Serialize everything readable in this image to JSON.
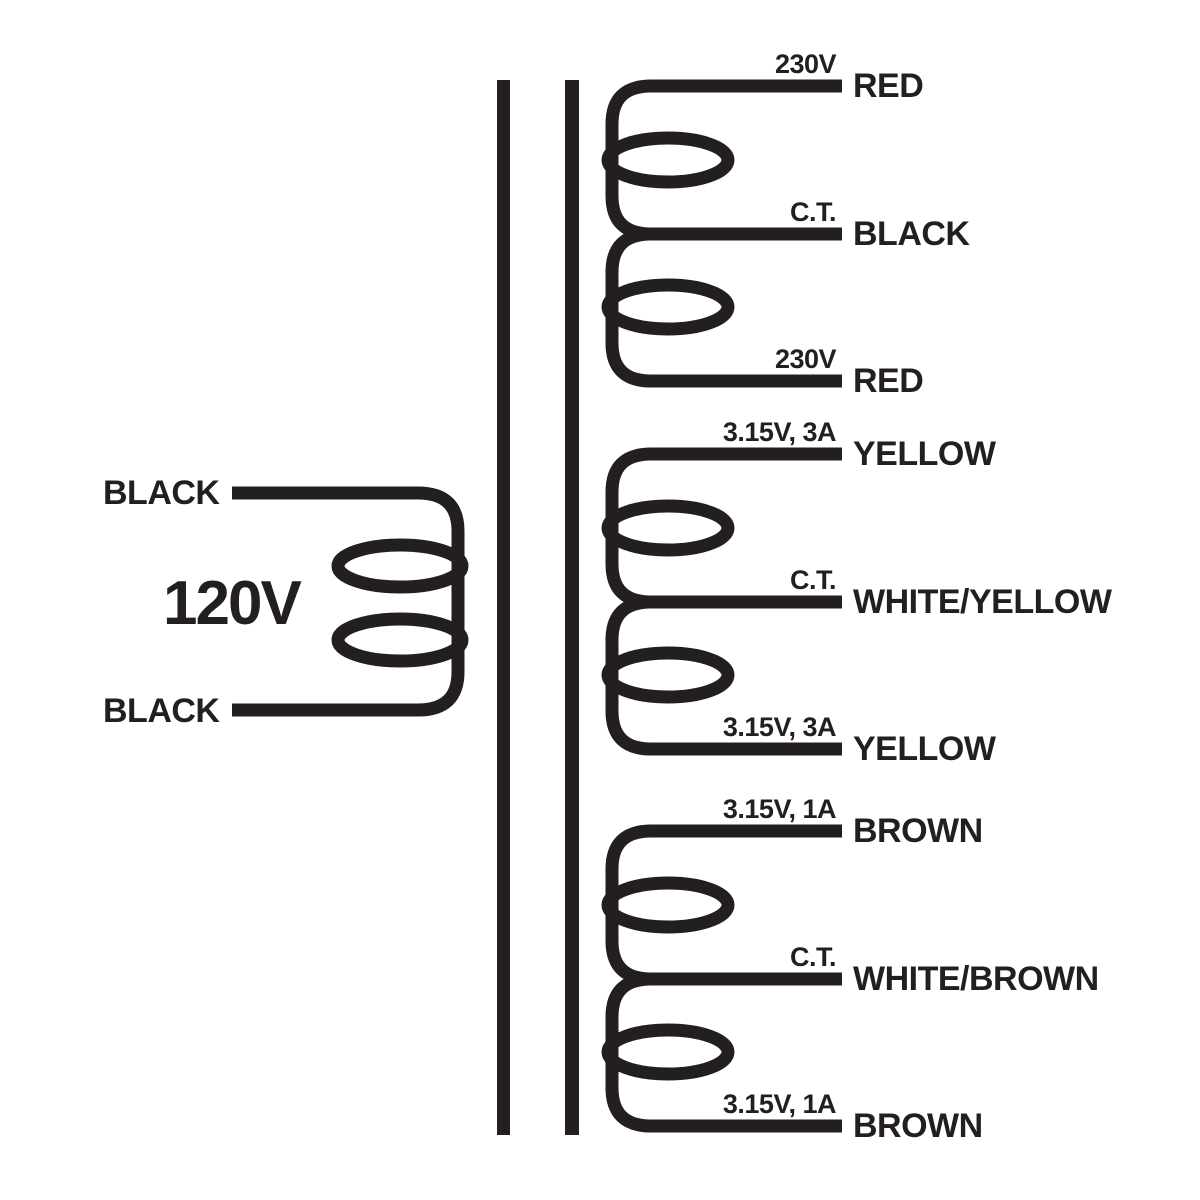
{
  "colors": {
    "ink": "#231F20",
    "background": "#FFFFFF"
  },
  "primary": {
    "voltage_label": "120V",
    "top_lead_label": "BLACK",
    "bottom_lead_label": "BLACK"
  },
  "secondaries": [
    {
      "top_rating": "230V",
      "top_wire": "RED",
      "center_tap": "C.T.",
      "center_wire": "BLACK",
      "bottom_rating": "230V",
      "bottom_wire": "RED"
    },
    {
      "top_rating": "3.15V, 3A",
      "top_wire": "YELLOW",
      "center_tap": "C.T.",
      "center_wire": "WHITE/YELLOW",
      "bottom_rating": "3.15V, 3A",
      "bottom_wire": "YELLOW"
    },
    {
      "top_rating": "3.15V, 1A",
      "top_wire": "BROWN",
      "center_tap": "C.T.",
      "center_wire": "WHITE/BROWN",
      "bottom_rating": "3.15V, 1A",
      "bottom_wire": "BROWN"
    }
  ]
}
